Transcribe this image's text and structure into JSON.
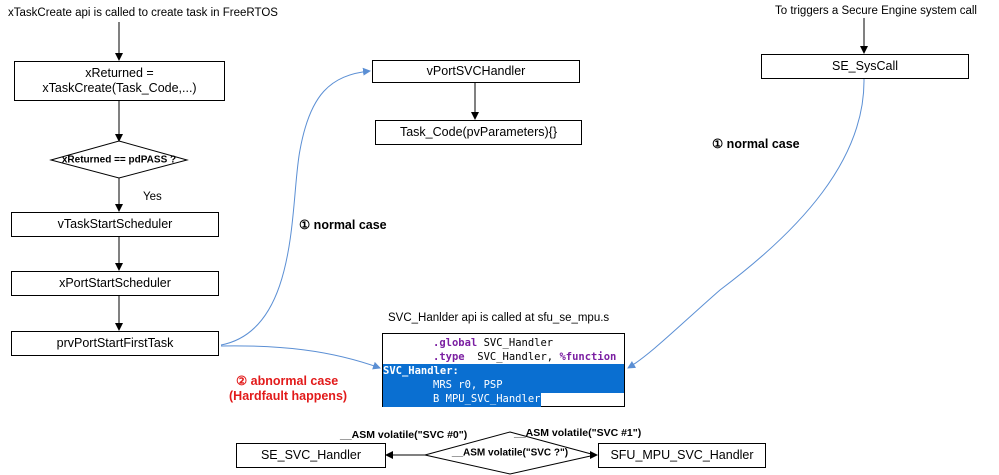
{
  "notes": {
    "create_api": "xTaskCreate api is called to create task in FreeRTOS",
    "secure_call": "To triggers a Secure Engine system call",
    "svc_api": "SVC_Hanlder api is called at sfu_se_mpu.s",
    "yes": "Yes"
  },
  "boxes": {
    "x_returned_line1": "xReturned =",
    "x_returned_line2": "xTaskCreate(Task_Code,...)",
    "v_task_start": "vTaskStartScheduler",
    "x_port_start": "xPortStartScheduler",
    "prv_port_start": "prvPortStartFirstTask",
    "v_port_svc": "vPortSVCHandler",
    "task_code": "Task_Code(pvParameters){}",
    "se_syscall": "SE_SysCall",
    "se_svc_handler": "SE_SVC_Handler",
    "sfu_mpu_svc_handler": "SFU_MPU_SVC_Handler"
  },
  "decisions": {
    "pdpass": "xReturned == pdPASS ?",
    "svc": "__ASM volatile(\"SVC ?\")"
  },
  "annotations": {
    "normal_case_left": "① normal case",
    "normal_case_right": "① normal case",
    "abnormal_case_line1": "② abnormal case",
    "abnormal_case_line2": "(Hardfault happens)",
    "svc0": "__ASM volatile(\"SVC #0\")",
    "svc1": "__ASM volatile(\"SVC #1\")"
  },
  "code": {
    "line1_kw": ".global",
    "line1_rest": " SVC_Handler",
    "line2_kw": ".type",
    "line2_mid": "  SVC_Handler, ",
    "line2_kw2": "%function",
    "line3": "SVC_Handler:",
    "line4": "MRS r0, PSP",
    "line5": "B MPU_SVC_Handler"
  },
  "colors": {
    "curve_blue": "#5b8fd4",
    "highlight_blue": "#0a6fd1",
    "abnormal_red": "#e21a1a",
    "keyword_purple": "#7b1fa2"
  }
}
